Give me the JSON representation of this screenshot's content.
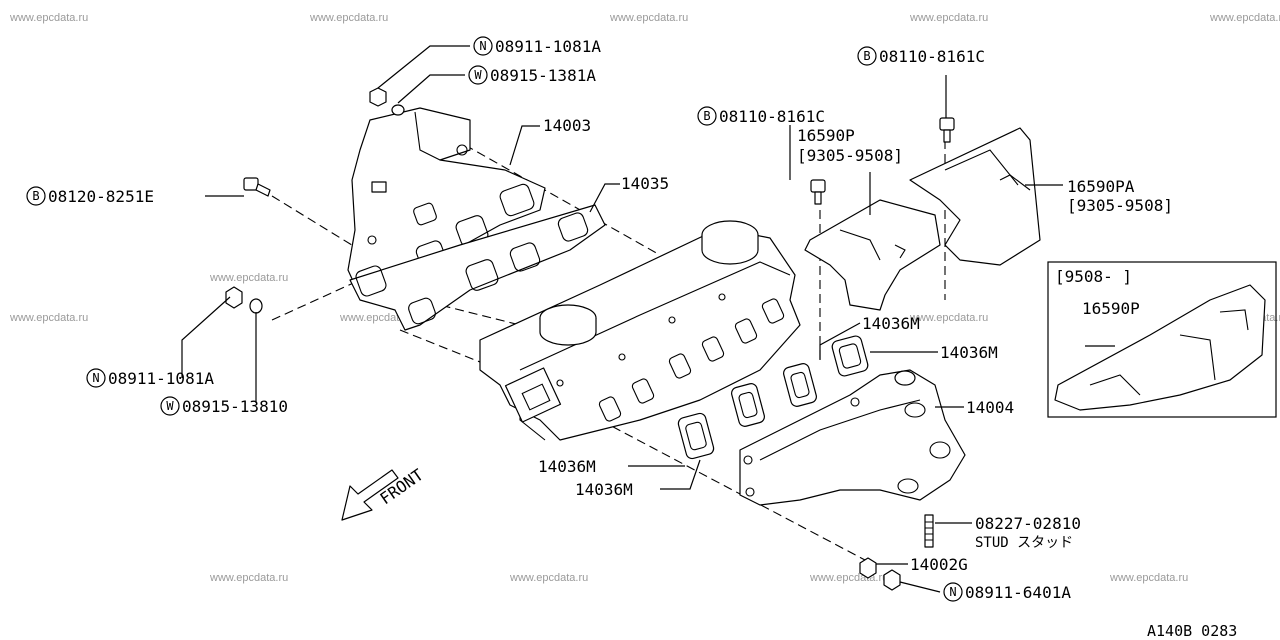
{
  "watermark": "www.epcdata.ru",
  "diagram_code": "A140B 0283",
  "front_label": "FRONT",
  "callouts": {
    "n_08911_1081a_top": {
      "prefix": "N",
      "code": "08911-1081A"
    },
    "w_08915_1381a": {
      "prefix": "W",
      "code": "08915-1381A"
    },
    "p_14003": {
      "code": "14003"
    },
    "p_14035": {
      "code": "14035"
    },
    "b_08120_8251e": {
      "prefix": "B",
      "code": "08120-8251E"
    },
    "n_08911_1081a_left": {
      "prefix": "N",
      "code": "08911-1081A"
    },
    "w_08915_13810": {
      "prefix": "W",
      "code": "08915-13810"
    },
    "b_08110_8161c_left": {
      "prefix": "B",
      "code": "08110-8161C"
    },
    "p_16590p": {
      "code": "16590P",
      "range": "[9305-9508]"
    },
    "b_08110_8161c_right": {
      "prefix": "B",
      "code": "08110-8161C"
    },
    "p_16590pa": {
      "code": "16590PA",
      "range": "[9305-9508]"
    },
    "inset": {
      "range": "[9508-    ]",
      "code": "16590P"
    },
    "p_14036m_a": {
      "code": "14036M"
    },
    "p_14036m_b": {
      "code": "14036M"
    },
    "p_14004": {
      "code": "14004"
    },
    "p_14036m_c": {
      "code": "14036M"
    },
    "p_14036m_d": {
      "code": "14036M"
    },
    "p_08227_02810": {
      "code": "08227-02810",
      "desc": "STUD スタッド"
    },
    "p_14002g": {
      "code": "14002G"
    },
    "n_08911_6401a": {
      "prefix": "N",
      "code": "08911-6401A"
    }
  }
}
